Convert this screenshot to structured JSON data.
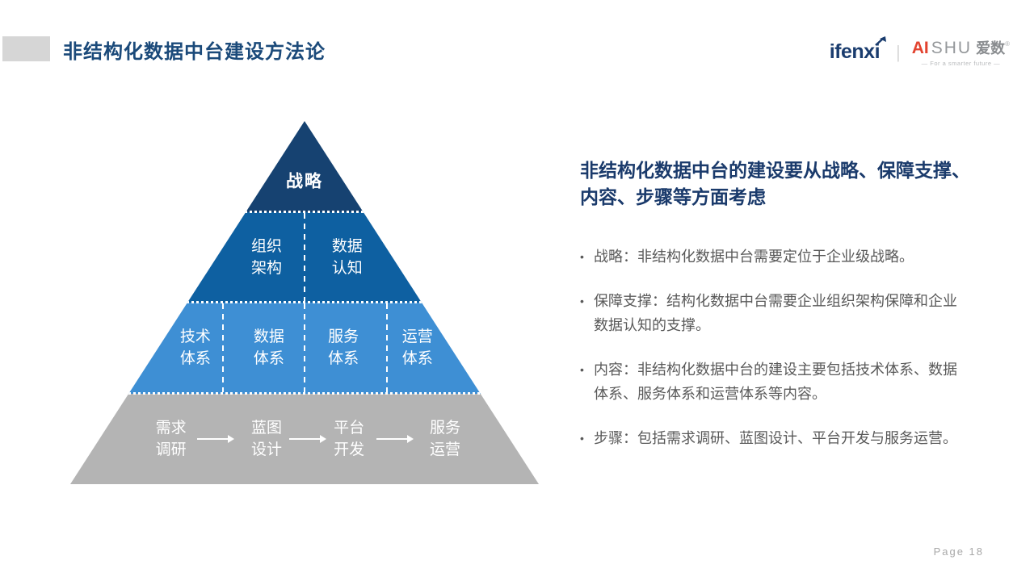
{
  "header": {
    "title": "非结构化数据中台建设方法论",
    "logos": {
      "ifenxi": "ifenxi",
      "divider": "|",
      "aishu_ai": "AI",
      "aishu_shu": "SHU",
      "aishu_cn": "爱数",
      "aishu_reg": "®",
      "tagline": "— For a smarter future —"
    }
  },
  "pyramid": {
    "tier1": {
      "label": "战略",
      "color": "#164271"
    },
    "tier2": {
      "color": "#0e60a1",
      "cells": [
        {
          "line1": "组织",
          "line2": "架构"
        },
        {
          "line1": "数据",
          "line2": "认知"
        }
      ]
    },
    "tier3": {
      "color": "#3e8fd4",
      "cells": [
        {
          "line1": "技术",
          "line2": "体系"
        },
        {
          "line1": "数据",
          "line2": "体系"
        },
        {
          "line1": "服务",
          "line2": "体系"
        },
        {
          "line1": "运营",
          "line2": "体系"
        }
      ]
    },
    "tier4": {
      "color": "#b4b4b4",
      "steps": [
        {
          "line1": "需求",
          "line2": "调研"
        },
        {
          "line1": "蓝图",
          "line2": "设计"
        },
        {
          "line1": "平台",
          "line2": "开发"
        },
        {
          "line1": "服务",
          "line2": "运营"
        }
      ]
    }
  },
  "right": {
    "heading_line1": "非结构化数据中台的建设要从战略、保障支撑、",
    "heading_line2": "内容、步骤等方面考虑",
    "bullet_char": "•",
    "bullets": [
      "战略：非结构化数据中台需要定位于企业级战略。",
      "保障支撑：结构化数据中台需要企业组织架构保障和企业数据认知的支撑。",
      "内容：非结构化数据中台的建设主要包括技术体系、数据体系、服务体系和运营体系等内容。",
      "步骤：包括需求调研、蓝图设计、平台开发与服务运营。"
    ]
  },
  "footer": {
    "page": "Page 18"
  },
  "colors": {
    "title": "#1b4a7a",
    "heading": "#1a3a6b",
    "body_text": "#595959",
    "tier1": "#164271",
    "tier2": "#0e60a1",
    "tier3": "#3e8fd4",
    "tier4": "#b4b4b4",
    "logo_navy": "#1a3c6e",
    "logo_red": "#e2432f",
    "page_number": "#a8a8a8"
  }
}
